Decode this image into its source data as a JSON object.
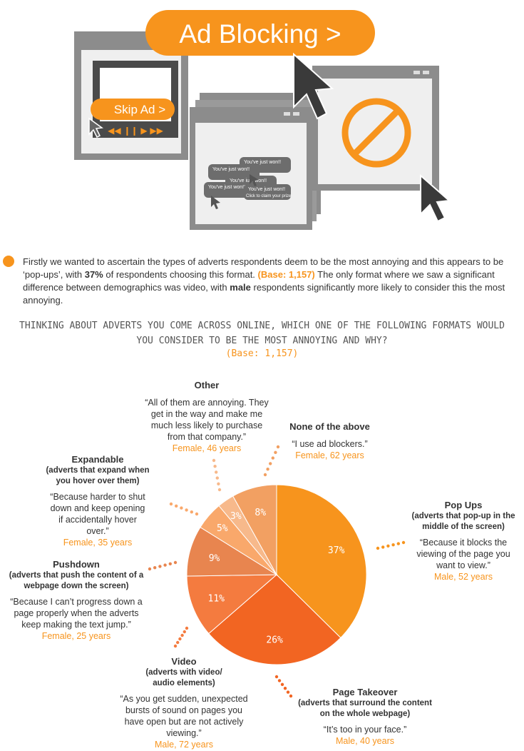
{
  "hero": {
    "banner": "Ad Blocking >",
    "skip_ad": "Skip Ad >",
    "popup_texts": [
      "You've just won!!",
      "claim your prize",
      "Click to claim your prize"
    ]
  },
  "intro": {
    "p1": "Firstly we wanted to ascertain the types of adverts respondents deem to be the most annoying and this appears to be ‘pop-ups’, with ",
    "p2": "37%",
    "p3": " of respondents choosing this format. ",
    "p4": "(Base: 1,157)",
    "p5": " The only format where we saw a significant difference between demographics was video, with ",
    "p6": "male",
    "p7": " respondents significantly more likely to consider this the most annoying."
  },
  "chart_data": {
    "type": "pie",
    "title": "Thinking about adverts you come across online, which one of the following formats would you consider to be the most annoying and why?",
    "subtitle": "(Base: 1,157)",
    "slices": [
      {
        "label": "Pop Ups",
        "value": 37,
        "label_text": "37%",
        "color": "#f7941d"
      },
      {
        "label": "Page Takeover",
        "value": 26,
        "label_text": "26%",
        "color": "#f26522"
      },
      {
        "label": "Video",
        "value": 11,
        "label_text": "11%",
        "color": "#f47b3f"
      },
      {
        "label": "Pushdown",
        "value": 9,
        "label_text": "9%",
        "color": "#e8854f"
      },
      {
        "label": "Expandable",
        "value": 5,
        "label_text": "5%",
        "color": "#f9a86b"
      },
      {
        "label": "Other",
        "value": 3,
        "label_text": "3%",
        "color": "#f7b98b"
      },
      {
        "label": "None of the above",
        "value": 8,
        "label_text": "8%",
        "color": "#f2a062"
      }
    ]
  },
  "callouts": {
    "popups": {
      "title": "Pop Ups",
      "subtitle": "(adverts that pop-up in the middle of the screen)",
      "quote": "“Because it blocks the viewing of the page you want to view.”",
      "author": "Male, 52 years"
    },
    "takeover": {
      "title": "Page Takeover",
      "subtitle": "(adverts that surround the content on the whole webpage)",
      "quote": "“It’s too in your face.”",
      "author": "Male, 40 years"
    },
    "video": {
      "title": "Video",
      "subtitle": "(adverts with video/ audio elements)",
      "quote": "“As you get sudden, unexpected bursts of sound on pages you have open but are not actively viewing.”",
      "author": "Male, 72 years"
    },
    "pushdown": {
      "title": "Pushdown",
      "subtitle": "(adverts that push the content of a webpage down the screen)",
      "quote": "“Because I can’t progress down a page properly when the adverts keep making the text jump.”",
      "author": "Female, 25 years"
    },
    "expandable": {
      "title": "Expandable",
      "subtitle": "(adverts that expand when you hover over them)",
      "quote": "“Because harder to shut down and keep opening if accidentally hover over.”",
      "author": "Female, 35 years"
    },
    "other": {
      "title": "Other",
      "quote": "“All of them are annoying. They get in the way and make me much less likely to purchase from that company.”",
      "author": "Female, 46 years"
    },
    "none": {
      "title": "None of the above",
      "quote": "“I use ad blockers.”",
      "author": "Female, 62 years"
    }
  },
  "colors": {
    "accent": "#f7941d",
    "gray": "#8a8a8a"
  }
}
